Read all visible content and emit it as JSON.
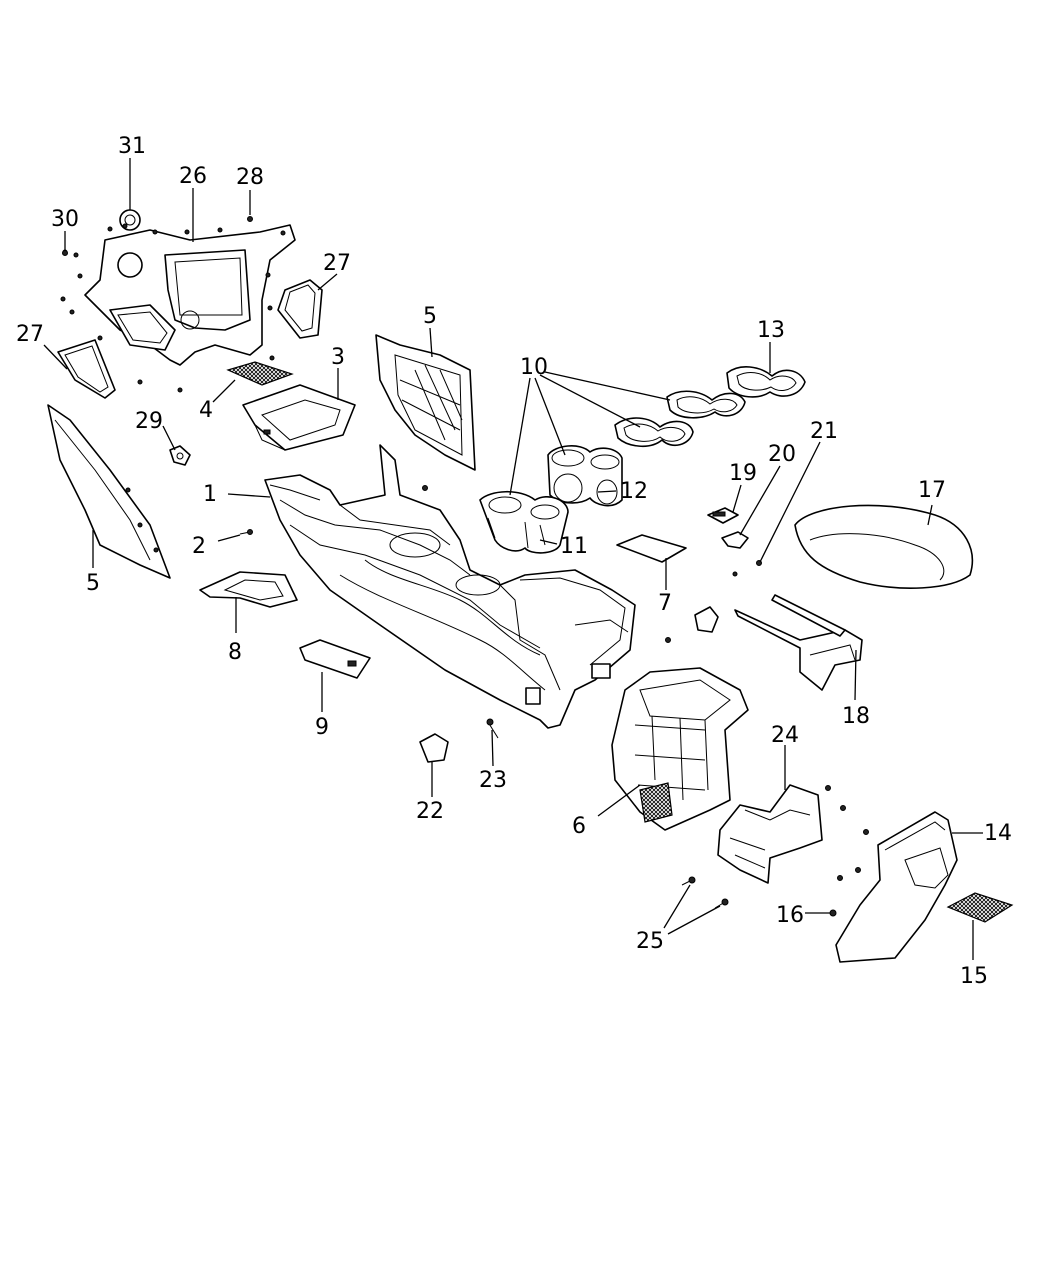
{
  "callouts": {
    "c1": "1",
    "c2": "2",
    "c3": "3",
    "c4": "4",
    "c5a": "5",
    "c5b": "5",
    "c6": "6",
    "c7": "7",
    "c8": "8",
    "c9": "9",
    "c10": "10",
    "c11": "11",
    "c12": "12",
    "c13": "13",
    "c14": "14",
    "c15": "15",
    "c16": "16",
    "c17": "17",
    "c18": "18",
    "c19": "19",
    "c20": "20",
    "c21": "21",
    "c22": "22",
    "c23": "23",
    "c24": "24",
    "c25": "25",
    "c26": "26",
    "c27a": "27",
    "c27b": "27",
    "c28": "28",
    "c29": "29",
    "c30": "30",
    "c31": "31"
  }
}
